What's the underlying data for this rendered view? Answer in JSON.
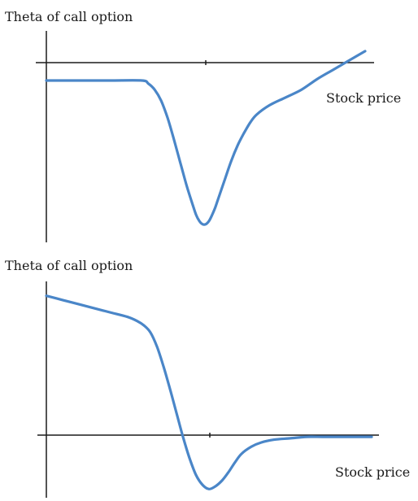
{
  "colors": {
    "curve": "#4a86c8",
    "axis": "#1a1a1a"
  },
  "chart_data": [
    {
      "type": "line",
      "title": "",
      "ylabel": "Theta of call option",
      "xlabel": "Stock price",
      "grid": false,
      "legend": "none",
      "xlim": [
        0,
        100
      ],
      "ylim": [
        -1,
        0.3
      ],
      "series": [
        {
          "x": [
            0,
            10,
            20,
            30,
            32,
            34,
            36,
            38,
            40,
            42,
            44,
            46,
            47,
            48,
            49,
            50,
            51,
            52,
            53,
            54,
            56,
            58,
            60,
            62,
            64,
            66,
            70,
            75,
            80,
            85,
            90,
            95,
            100
          ],
          "y": [
            0,
            0,
            0,
            0,
            -0.02,
            -0.06,
            -0.13,
            -0.24,
            -0.38,
            -0.53,
            -0.68,
            -0.81,
            -0.87,
            -0.91,
            -0.93,
            -0.93,
            -0.91,
            -0.87,
            -0.82,
            -0.76,
            -0.64,
            -0.52,
            -0.42,
            -0.34,
            -0.27,
            -0.22,
            -0.16,
            -0.11,
            -0.06,
            0.01,
            0.07,
            0.13,
            0.19
          ]
        }
      ]
    },
    {
      "type": "line",
      "title": "",
      "ylabel": "Theta of call option",
      "xlabel": "Stock price",
      "grid": false,
      "legend": "none",
      "xlim": [
        0,
        100
      ],
      "ylim": [
        -0.42,
        1.05
      ],
      "series": [
        {
          "x": [
            0,
            5,
            10,
            15,
            20,
            25,
            28,
            30,
            32,
            34,
            36,
            38,
            40,
            42,
            44,
            46,
            48,
            50,
            52,
            54,
            56,
            58,
            60,
            63,
            66,
            70,
            75,
            80,
            85,
            90,
            95,
            100
          ],
          "y": [
            1.0,
            0.97,
            0.94,
            0.91,
            0.88,
            0.85,
            0.82,
            0.79,
            0.74,
            0.64,
            0.5,
            0.34,
            0.17,
            0.0,
            -0.15,
            -0.27,
            -0.34,
            -0.37,
            -0.35,
            -0.31,
            -0.25,
            -0.18,
            -0.12,
            -0.07,
            -0.04,
            -0.02,
            -0.01,
            0.0,
            0.0,
            0.0,
            0.0,
            0.0
          ]
        }
      ]
    }
  ]
}
